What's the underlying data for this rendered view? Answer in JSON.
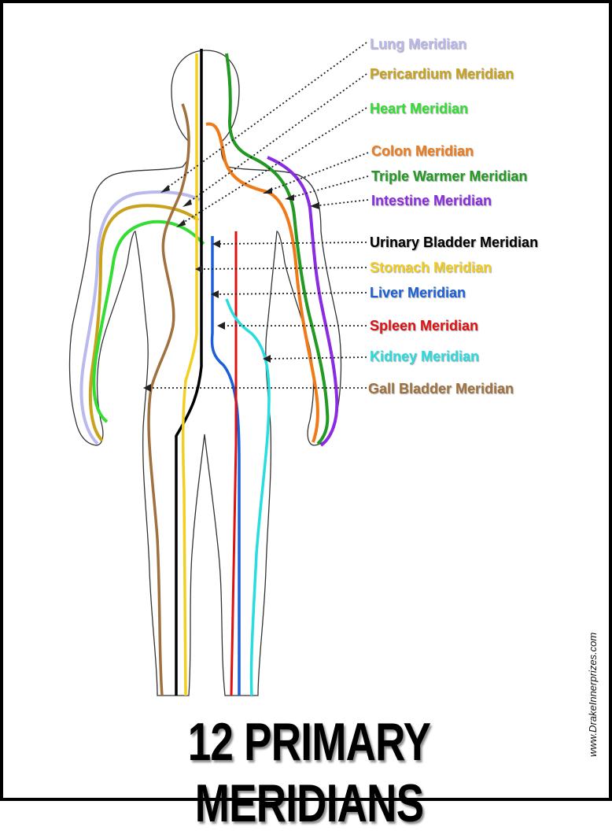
{
  "title": "12 PRIMARY MERIDIANS",
  "watermark": "www.DrakeInnerprizes.com",
  "meridians": [
    {
      "name": "Lung Meridian",
      "color": "#b9b9ee"
    },
    {
      "name": "Pericardium Meridian",
      "color": "#c9a21c"
    },
    {
      "name": "Heart Meridian",
      "color": "#33dd33"
    },
    {
      "name": "Colon Meridian",
      "color": "#ef7a1a"
    },
    {
      "name": "Triple Warmer Meridian",
      "color": "#229922"
    },
    {
      "name": "Intestine Meridian",
      "color": "#8a2be2"
    },
    {
      "name": "Urinary Bladder Meridian",
      "color": "#000000"
    },
    {
      "name": "Stomach Meridian",
      "color": "#f2cf1f"
    },
    {
      "name": "Liver Meridian",
      "color": "#1c5fd6"
    },
    {
      "name": "Spleen Meridian",
      "color": "#dd1111"
    },
    {
      "name": "Kidney Meridian",
      "color": "#27dde0"
    },
    {
      "name": "Gall Bladder Meridian",
      "color": "#a0713e"
    }
  ]
}
